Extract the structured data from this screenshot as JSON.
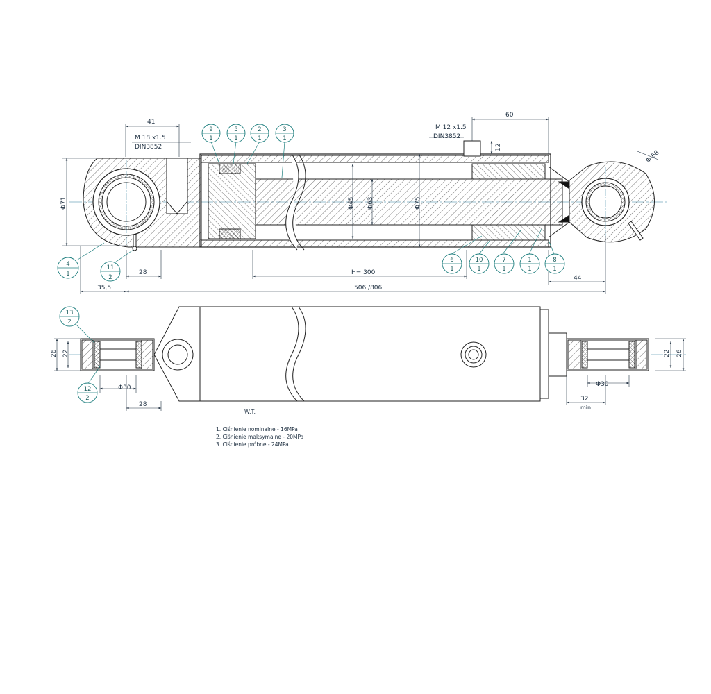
{
  "dimensions": {
    "top_41": "41",
    "thread_left": "M 18 x1.5",
    "din_left": "DIN3852",
    "thread_right": "M 12 x1.5",
    "din_right": "DIN3852",
    "top_60": "60",
    "d12": "12",
    "phi71": "Φ71",
    "phi68": "Φ 68",
    "phi_rod": "Φ45",
    "phi_bore": "Φ63",
    "phi_tube": "Φ75",
    "d28_top": "28",
    "d35_5": "35,5",
    "stroke": "H= 300",
    "length": "506 /806",
    "d44": "44",
    "d26_left": "26",
    "d22_left": "22",
    "d26_right": "26",
    "d22_right": "22",
    "phi30_left": "Φ30",
    "phi30_right": "Φ30",
    "d28_bottom": "28",
    "d32": "32",
    "min": "min."
  },
  "balloons": [
    {
      "top": "9",
      "bottom": "1"
    },
    {
      "top": "5",
      "bottom": "1"
    },
    {
      "top": "2",
      "bottom": "1"
    },
    {
      "top": "3",
      "bottom": "1"
    },
    {
      "top": "4",
      "bottom": "1"
    },
    {
      "top": "11",
      "bottom": "2"
    },
    {
      "top": "6",
      "bottom": "1"
    },
    {
      "top": "10",
      "bottom": "1"
    },
    {
      "top": "7",
      "bottom": "1"
    },
    {
      "top": "1",
      "bottom": "1"
    },
    {
      "top": "8",
      "bottom": "1"
    },
    {
      "top": "13",
      "bottom": "2"
    },
    {
      "top": "12",
      "bottom": "2"
    }
  ],
  "wt_label": "W.T.",
  "notes": [
    "1. Ciśnienie nominalne   - 16MPa",
    "2. Ciśnienie maksymalne - 20MPa",
    "3. Ciśnienie próbne       - 24MPa"
  ]
}
